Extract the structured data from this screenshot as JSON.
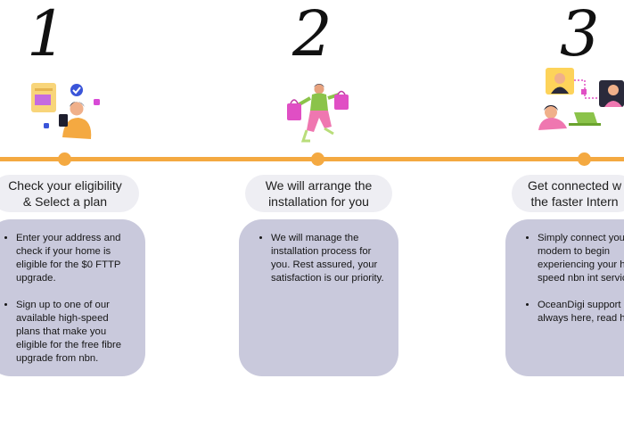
{
  "steps": [
    {
      "number": "1",
      "title": "Check your eligibility\n& Select a plan",
      "bullets": [
        "Enter your address and check if your home is eligible for the $0 FTTP upgrade.",
        "Sign up to one of our available high-speed plans that make you eligible for the free fibre upgrade from nbn."
      ],
      "illustration": "woman-with-devices-icon"
    },
    {
      "number": "2",
      "title": "We will arrange the\ninstallation for you",
      "bullets": [
        "We will manage the installation process for you. Rest assured, your satisfaction is our priority."
      ],
      "illustration": "woman-with-shopping-bags-icon"
    },
    {
      "number": "3",
      "title": "Get connected w\nthe faster Intern",
      "bullets": [
        "Simply connect you modem to begin experiencing your high-speed nbn int service.",
        "OceanDigi support is always here, read help"
      ],
      "illustration": "online-support-team-icon"
    }
  ],
  "colors": {
    "timeline": "#f4a941",
    "card": "#c9c9dc",
    "pill": "#eeeef3"
  }
}
